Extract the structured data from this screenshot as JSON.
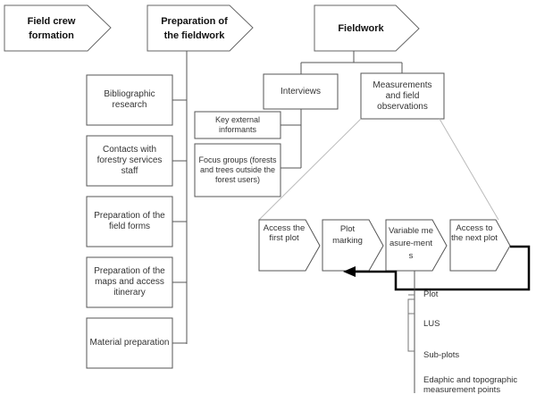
{
  "phases": [
    {
      "id": "field-crew",
      "label": "Field crew formation",
      "lines": [
        "Field crew",
        "formation"
      ]
    },
    {
      "id": "preparation",
      "label": "Preparation of the fieldwork",
      "lines": [
        "Preparation of",
        "the fieldwork"
      ]
    },
    {
      "id": "fieldwork",
      "label": "Fieldwork",
      "lines": [
        "Fieldwork"
      ]
    }
  ],
  "preparation_tasks": [
    {
      "label": "Bibliographic research"
    },
    {
      "label": "Contacts with forestry services staff"
    },
    {
      "label": "Preparation of the field forms"
    },
    {
      "label": "Preparation of the maps and access itinerary"
    },
    {
      "label": "Material preparation"
    }
  ],
  "fieldwork_branches": {
    "interviews": {
      "label": "Interviews"
    },
    "measurements": {
      "label": "Measurements and field observations"
    }
  },
  "interview_types": [
    {
      "label": "Key external informants"
    },
    {
      "label": "Focus groups (forests and trees outside the forest users)"
    }
  ],
  "process_steps": [
    {
      "label": "Access the first plot"
    },
    {
      "label": "Plot marking"
    },
    {
      "label": "Variable measure-ments"
    },
    {
      "label": "Access to the next plot"
    }
  ],
  "measurement_levels": [
    {
      "label": "Plot"
    },
    {
      "label": "LUS"
    },
    {
      "label": "Sub-plots"
    },
    {
      "label": "Edaphic and topographic measurement points"
    }
  ],
  "colors": {
    "stroke": "#555555",
    "loop": "#000000",
    "guide": "#bbbbbb"
  }
}
